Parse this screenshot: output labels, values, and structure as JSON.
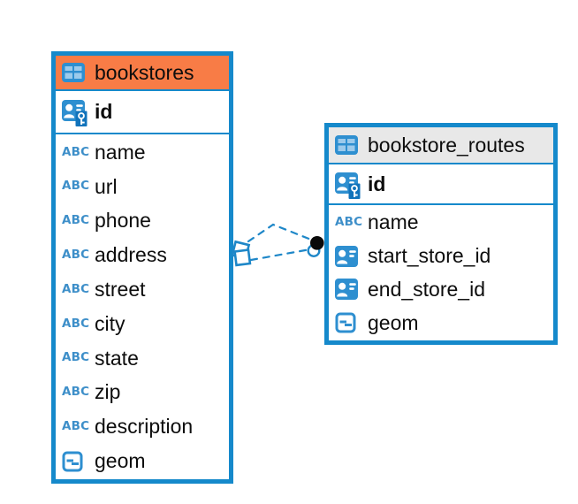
{
  "colors": {
    "table-border": "#1589CB",
    "header-orange": "#F87C46",
    "header-gray": "#E8E8E8",
    "icon-blue": "#2E8FD0",
    "icon-blue-dark": "#1173BB",
    "icon-cell-light": "#9CCAEB",
    "abc-blue": "#3E8FC9",
    "relation-line": "#1E87C8",
    "text": "#0D0D0D",
    "background": "#FFFFFF"
  },
  "icon_glyphs": {
    "text_type": "ABC"
  },
  "tables": [
    {
      "title": "bookstores",
      "header_style": "orange",
      "columns": [
        {
          "name": "id",
          "type": "primary-key"
        },
        {
          "name": "name",
          "type": "text"
        },
        {
          "name": "url",
          "type": "text"
        },
        {
          "name": "phone",
          "type": "text"
        },
        {
          "name": "address",
          "type": "text"
        },
        {
          "name": "street",
          "type": "text"
        },
        {
          "name": "city",
          "type": "text"
        },
        {
          "name": "state",
          "type": "text"
        },
        {
          "name": "zip",
          "type": "text"
        },
        {
          "name": "description",
          "type": "text"
        },
        {
          "name": "geom",
          "type": "geometry"
        }
      ]
    },
    {
      "title": "bookstore_routes",
      "header_style": "gray",
      "columns": [
        {
          "name": "id",
          "type": "primary-key"
        },
        {
          "name": "name",
          "type": "text"
        },
        {
          "name": "start_store_id",
          "type": "foreign-key"
        },
        {
          "name": "end_store_id",
          "type": "foreign-key"
        },
        {
          "name": "geom",
          "type": "geometry"
        }
      ]
    }
  ],
  "relations": [
    {
      "from": "bookstores",
      "to": "bookstore_routes",
      "style": "dashed",
      "lines": 2
    }
  ]
}
